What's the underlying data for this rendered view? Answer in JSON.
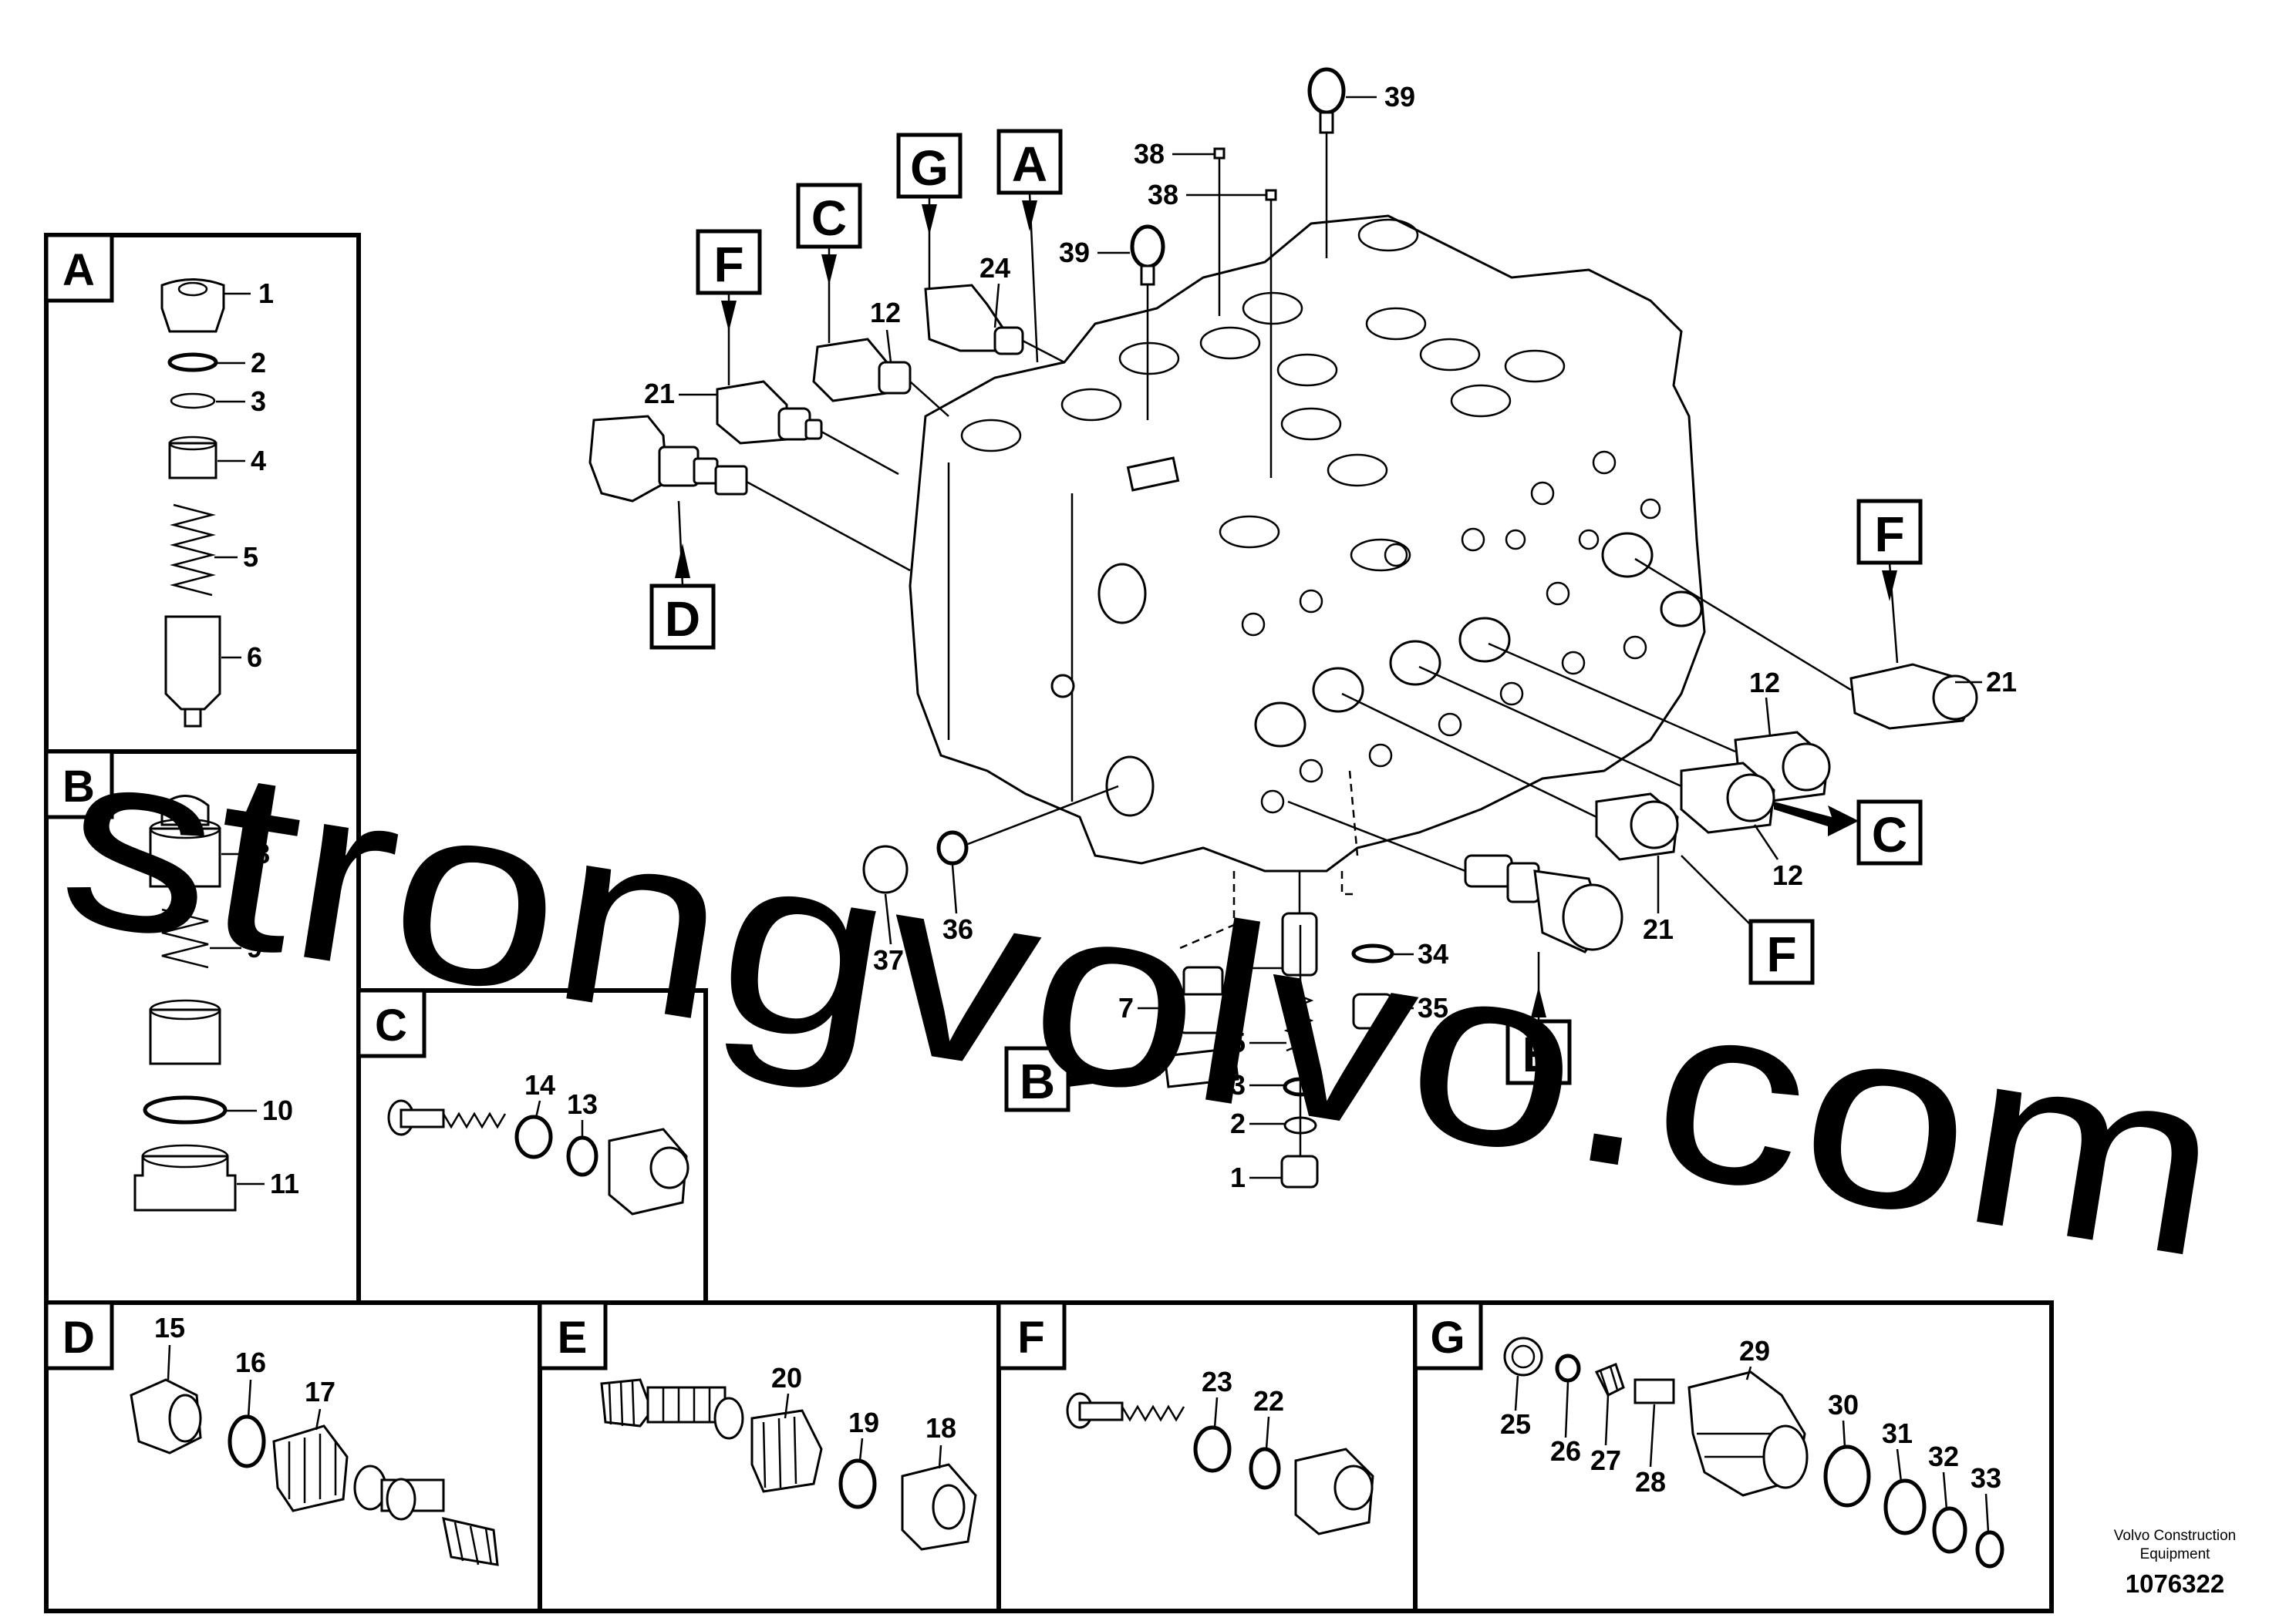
{
  "panels": {
    "a": {
      "letter": "A",
      "parts": [
        "1",
        "2",
        "3",
        "4",
        "5",
        "6"
      ]
    },
    "b": {
      "letter": "B",
      "parts": [
        "8",
        "9",
        "10",
        "11"
      ]
    },
    "c": {
      "letter": "C",
      "parts": [
        "14",
        "13"
      ]
    },
    "d": {
      "letter": "D",
      "parts": [
        "15",
        "16",
        "17"
      ]
    },
    "e": {
      "letter": "E",
      "parts": [
        "20",
        "19",
        "18"
      ]
    },
    "f": {
      "letter": "F",
      "parts": [
        "23",
        "22"
      ]
    },
    "g": {
      "letter": "G",
      "parts": [
        "29",
        "25",
        "26",
        "27",
        "28",
        "30",
        "31",
        "32",
        "33"
      ]
    }
  },
  "main_callouts": [
    "39",
    "38",
    "38",
    "39",
    "24",
    "12",
    "21",
    "21",
    "12",
    "12",
    "21",
    "37",
    "36",
    "34",
    "35",
    "6",
    "7",
    "5",
    "3",
    "2",
    "1"
  ],
  "main_boxes": [
    "G",
    "A",
    "C",
    "F",
    "D",
    "F",
    "C",
    "F",
    "E",
    "B"
  ],
  "watermark": "strongvolvo.com",
  "brand": {
    "line1": "Volvo Construction",
    "line2": "Equipment"
  },
  "drawing_number": "1076322",
  "colors": {
    "ink": "#000000",
    "paper": "#ffffff",
    "watermark": "#d65a5a"
  }
}
